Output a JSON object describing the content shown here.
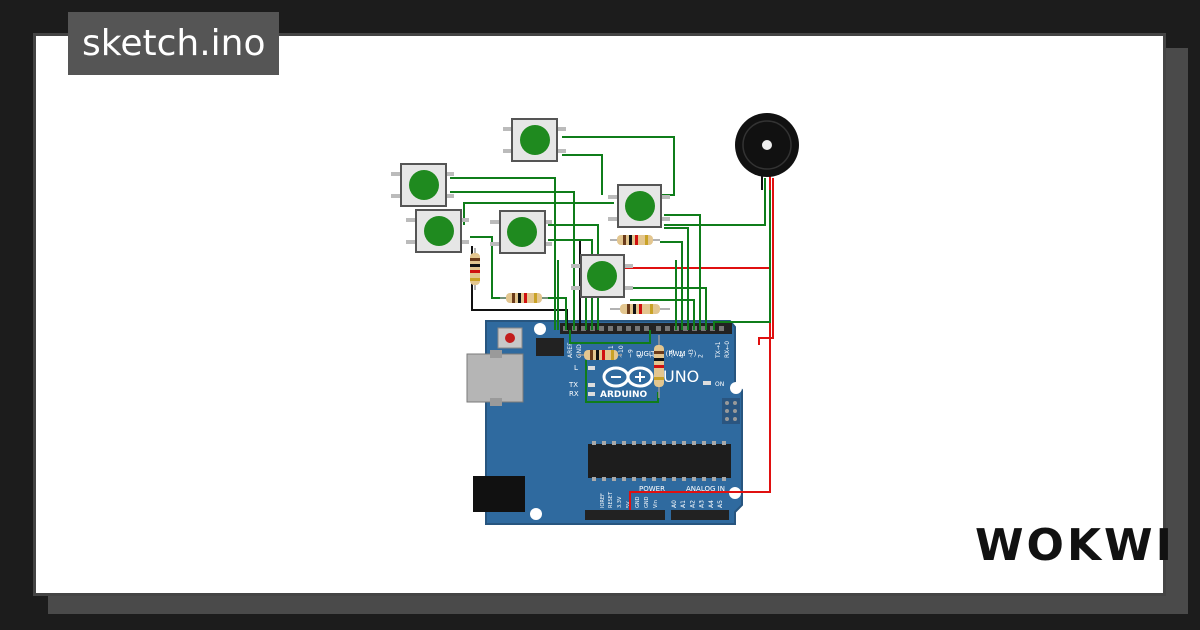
{
  "header": {
    "title": "sketch.ino"
  },
  "brand": {
    "logo_text": "WOKWI"
  },
  "board": {
    "name": "UNO",
    "maker": "ARDUINO",
    "labels": {
      "digital": "DIGITAL (PWM ~)",
      "power": "POWER",
      "analog": "ANALOG IN",
      "on": "ON",
      "l": "L",
      "tx": "TX",
      "rx": "RX",
      "aref": "AREF",
      "gnd": "GND",
      "tx1": "TX→1",
      "rx0": "RX←0",
      "ioref": "IOREF",
      "reset": "RESET",
      "v33": "3.3V",
      "v5": "5V",
      "vin": "Vin"
    },
    "analog_pins": [
      "A0",
      "A1",
      "A2",
      "A3",
      "A4",
      "A5"
    ],
    "digital_pins": [
      "13",
      "12",
      "~11",
      "~10",
      "~9",
      "8",
      "7",
      "~6",
      "~5",
      "4",
      "~3",
      "2"
    ]
  },
  "components": {
    "buttons": [
      "button-1",
      "button-2",
      "button-3",
      "button-4",
      "button-5",
      "button-6"
    ],
    "buzzer": "buzzer"
  },
  "colors": {
    "board": "#2f6a9f",
    "button_cap": "#1f8a1f",
    "wire_signal": "#0f7d1a",
    "wire_power": "#e01010",
    "wire_ground": "#111111"
  }
}
